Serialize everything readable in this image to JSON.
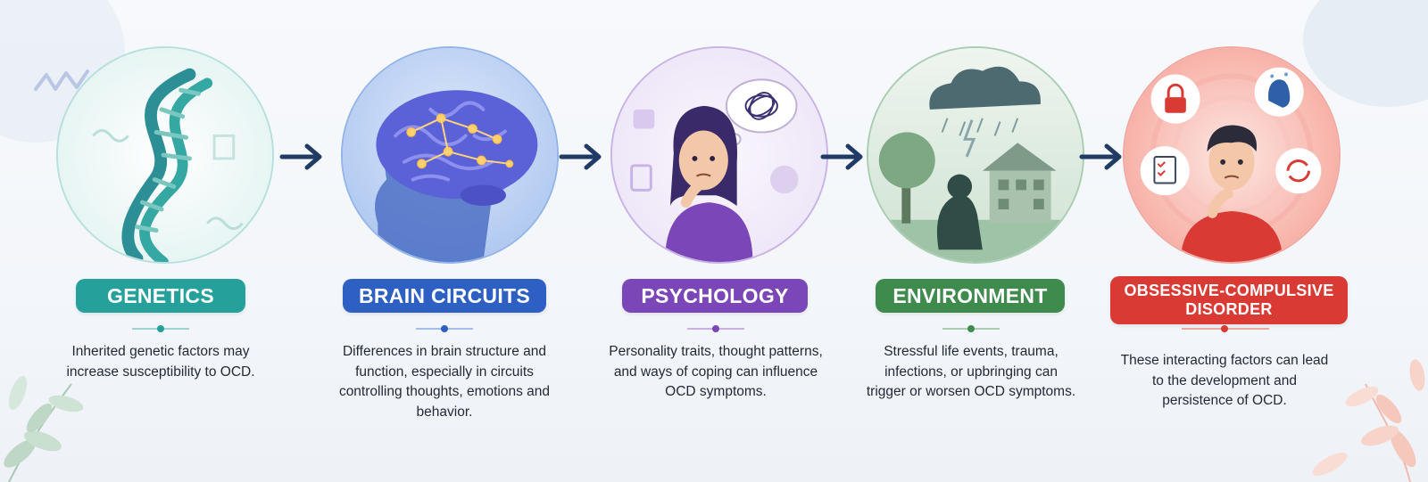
{
  "steps": [
    {
      "id": "genetics",
      "title": "GENETICS",
      "description": "Inherited genetic factors may increase susceptibility to OCD.",
      "color": "#26a09b",
      "divider_color": "#26a09b"
    },
    {
      "id": "brain",
      "title": "BRAIN CIRCUITS",
      "description": "Differences in brain structure and function, especially in circuits controlling thoughts, emotions and behavior.",
      "color": "#2e5fc2",
      "divider_color": "#2e5fc2"
    },
    {
      "id": "psychology",
      "title": "PSYCHOLOGY",
      "description": "Personality traits, thought patterns, and ways of coping can influence OCD symptoms.",
      "color": "#7b46b7",
      "divider_color": "#7b46b7"
    },
    {
      "id": "environment",
      "title": "ENVIRONMENT",
      "description": "Stressful life events, trauma, infections, or upbringing can trigger or worsen OCD symptoms.",
      "color": "#3f8b4e",
      "divider_color": "#3f8b4e"
    },
    {
      "id": "ocd",
      "title": "OBSESSIVE-COMPULSIVE DISORDER",
      "description": "These interacting factors can lead to the development and persistence of OCD.",
      "color": "#d93a34",
      "divider_color": "#d93a34"
    }
  ],
  "icons": {
    "dna": "dna-icon",
    "brain": "brain-icon",
    "person": "thinking-person-icon",
    "storm": "storm-cloud-icon",
    "lock": "lock-icon",
    "handwash": "handwashing-icon",
    "checklist": "checklist-icon",
    "cycle": "cycle-icon",
    "arrow": "arrow-right-icon"
  }
}
